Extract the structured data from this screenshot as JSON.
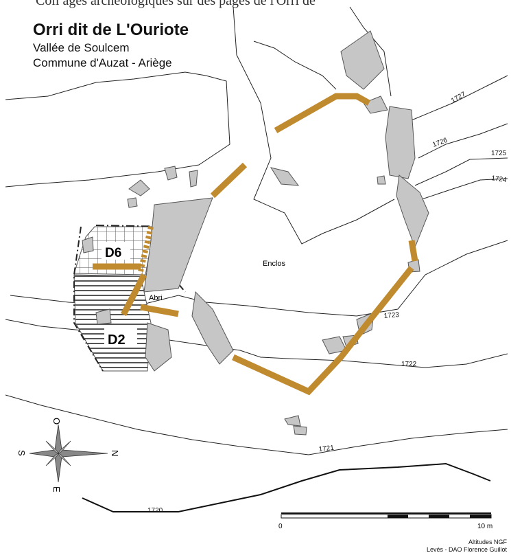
{
  "header": {
    "top_cut_text": "Coll ages archeologiques sur des pages de l'Orri de",
    "title": "Orri dit de L'Ouriote",
    "subtitle_1": "Vallée de Soulcem",
    "subtitle_2": "Commune d'Auzat - Ariège"
  },
  "labels": {
    "enclos": "Enclos",
    "abri": "Abri",
    "d6": "D6",
    "d2": "D2"
  },
  "contours": {
    "c1727": "1727",
    "c1726": "1726",
    "c1725": "1725",
    "c1724": "1724",
    "c1723": "1723",
    "c1722": "1722",
    "c1721": "1721",
    "c1720": "1720"
  },
  "compass": {
    "north": "N",
    "south": "S",
    "east": "E",
    "west": "O"
  },
  "scale": {
    "start": "0",
    "end": "10 m"
  },
  "caption": {
    "line1": "Altitudes NGF",
    "line2": "Levés - DAO Florence Guillot"
  },
  "colors": {
    "wall": "#c08a2f",
    "rock": "#c6c6c6"
  }
}
